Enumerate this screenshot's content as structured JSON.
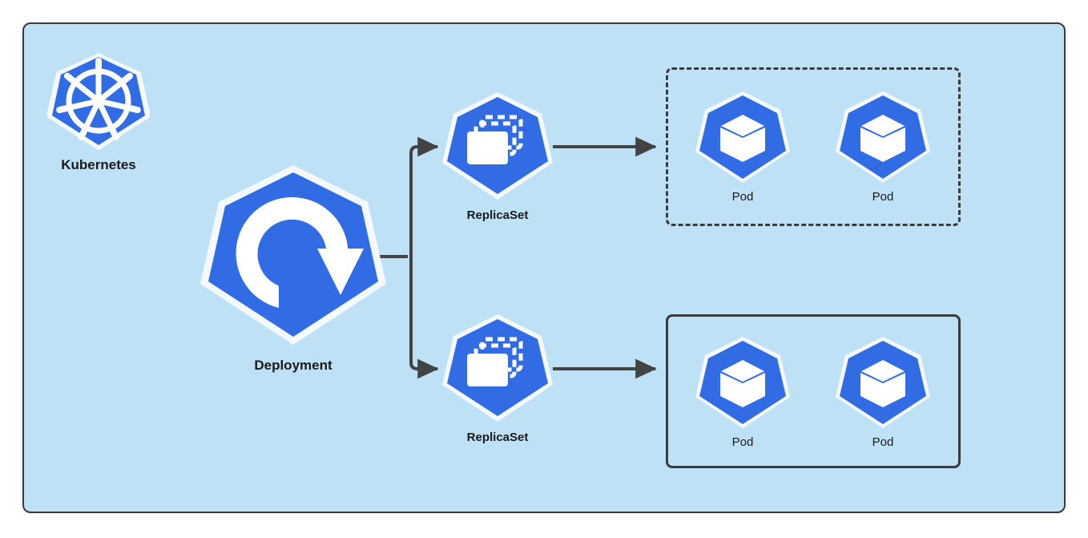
{
  "diagram": {
    "title": "Kubernetes Deployment to ReplicaSet to Pods",
    "background_color": "#bfe1f6",
    "frame_border_color": "#3a3a3a",
    "accent_blue": "#326ce5",
    "icon_outline_color": "#f4f9fd",
    "connector_color": "#434343",
    "label_color": "#1a1a1a"
  },
  "nodes": {
    "kubernetes": {
      "label": "Kubernetes",
      "icon": "kubernetes-helm-wheel-icon",
      "label_weight": "bold"
    },
    "deployment": {
      "label": "Deployment",
      "icon": "deployment-rotating-arrow-icon",
      "label_weight": "bold"
    },
    "replicaset_top": {
      "label": "ReplicaSet",
      "icon": "replicaset-stacked-rectangles-icon",
      "label_weight": "bold"
    },
    "replicaset_bottom": {
      "label": "ReplicaSet",
      "icon": "replicaset-stacked-rectangles-icon",
      "label_weight": "bold"
    }
  },
  "groups": [
    {
      "id": "pod-group-top",
      "border_style": "dashed",
      "pods": [
        {
          "label": "Pod",
          "icon": "pod-cube-icon"
        },
        {
          "label": "Pod",
          "icon": "pod-cube-icon"
        }
      ]
    },
    {
      "id": "pod-group-bottom",
      "border_style": "solid",
      "pods": [
        {
          "label": "Pod",
          "icon": "pod-cube-icon"
        },
        {
          "label": "Pod",
          "icon": "pod-cube-icon"
        }
      ]
    }
  ],
  "connectors": [
    {
      "id": "deployment-to-replicaset-top",
      "from": "deployment",
      "to": "replicaset_top",
      "arrow": true
    },
    {
      "id": "deployment-to-replicaset-bottom",
      "from": "deployment",
      "to": "replicaset_bottom",
      "arrow": true
    },
    {
      "id": "replicaset-top-to-pod-group-top",
      "from": "replicaset_top",
      "to": "pod-group-top",
      "arrow": true
    },
    {
      "id": "replicaset-bottom-to-pod-group-bottom",
      "from": "replicaset_bottom",
      "to": "pod-group-bottom",
      "arrow": true
    }
  ]
}
